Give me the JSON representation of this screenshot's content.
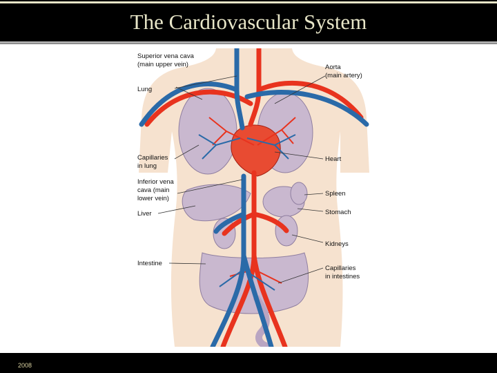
{
  "slide": {
    "title": "The Cardiovascular System",
    "footer_year": "2008"
  },
  "diagram": {
    "labels": {
      "superior_vena_cava": "Superior vena cava",
      "superior_vena_cava_sub": "(main upper vein)",
      "aorta": "Aorta",
      "aorta_sub": "(main artery)",
      "lung": "Lung",
      "capillaries_lung_1": "Capillaries",
      "capillaries_lung_2": "in lung",
      "heart": "Heart",
      "inferior_vena_cava_1": "Inferior vena",
      "inferior_vena_cava_2": "cava (main",
      "inferior_vena_cava_3": "lower vein)",
      "spleen": "Spleen",
      "stomach": "Stomach",
      "liver": "Liver",
      "kidneys": "Kidneys",
      "intestine": "Intestine",
      "capillaries_intestines_1": "Capillaries",
      "capillaries_intestines_2": "in intestines"
    },
    "colors": {
      "artery": "#e8331e",
      "vein": "#2a6aa8",
      "skin": "#f6e2cf",
      "organ": "#c9b8cf"
    }
  }
}
